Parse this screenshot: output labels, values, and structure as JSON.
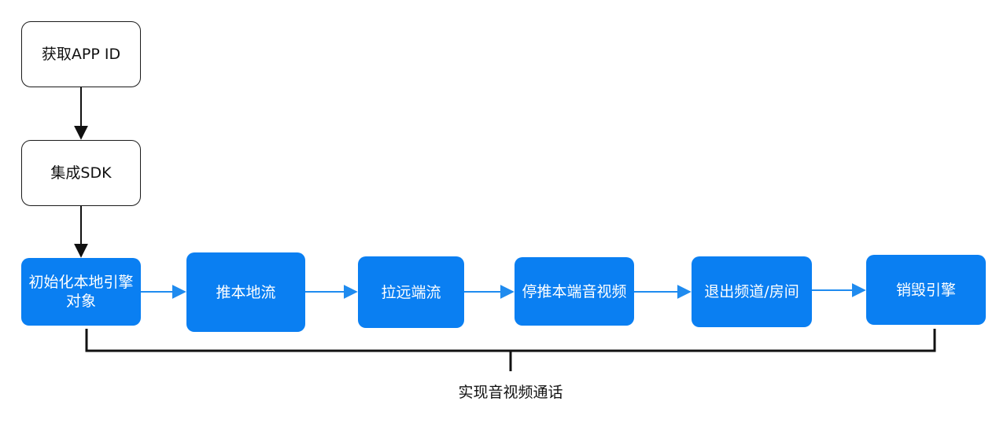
{
  "colors": {
    "start_node_border": "#1a1a1a",
    "step_node_fill": "#0a7ff2",
    "step_node_text": "#ffffff",
    "flow_arrow": "#1f8bef",
    "connector": "#111111"
  },
  "nodes": {
    "get_app_id": "获取APP ID",
    "integrate_sdk": "集成SDK",
    "init_engine": "初始化本地引擎\n对象",
    "push_local_stream": "推本地流",
    "pull_remote_stream": "拉远端流",
    "stop_push_local_av": "停推本端音视频",
    "leave_channel_room": "退出频道/房间",
    "destroy_engine": "销毁引擎"
  },
  "bracket_label": "实现音视频通话"
}
